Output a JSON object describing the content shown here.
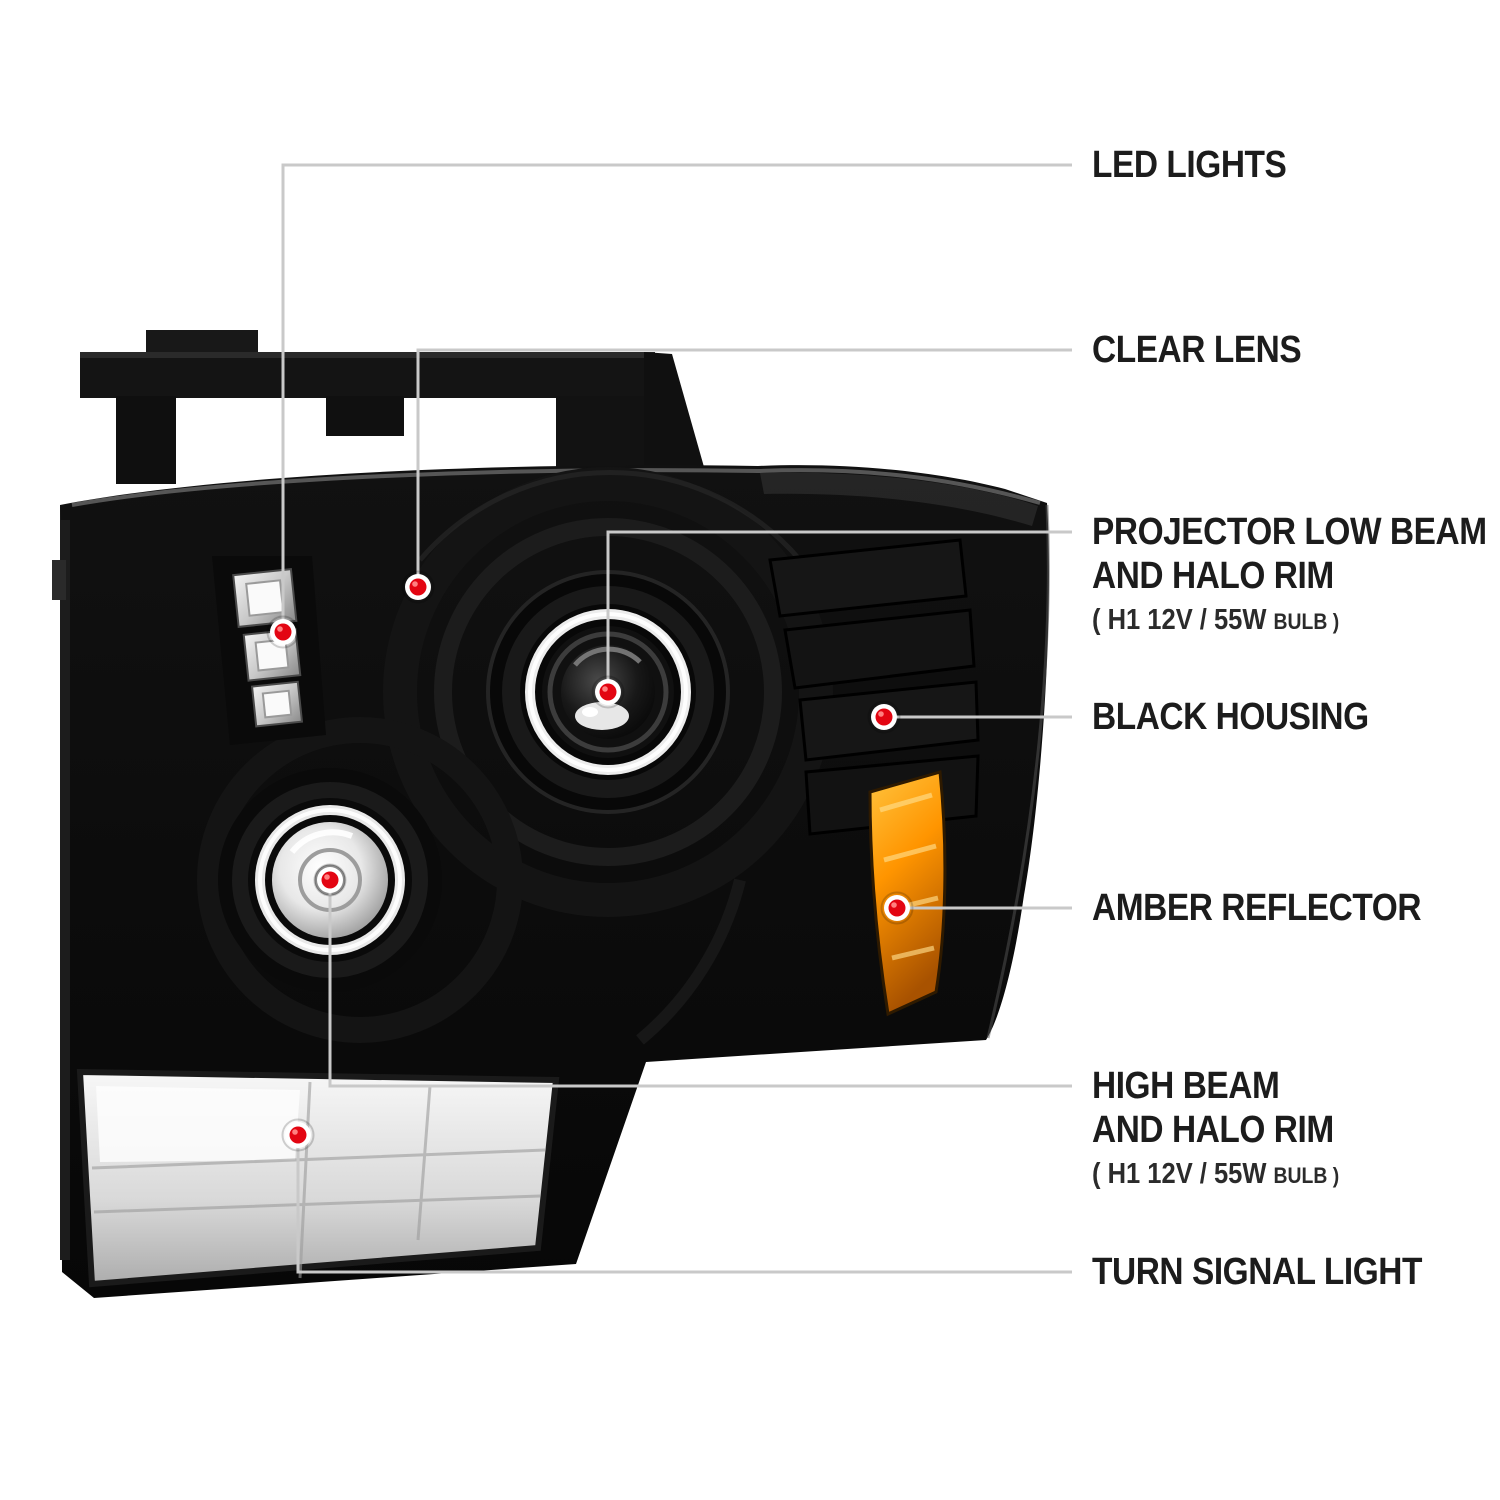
{
  "diagram": {
    "subject": "projector-headlight-assembly",
    "background": "#ffffff"
  },
  "colors": {
    "marker_red": "#e30512",
    "callout_line": "#c9c9c9",
    "amber_reflector": "#ff9500",
    "label_text": "#1c1c1c",
    "housing_black": "#0b0b0b"
  },
  "callouts": [
    {
      "id": "led-lights",
      "label": "LED LIGHTS"
    },
    {
      "id": "clear-lens",
      "label": "CLEAR LENS"
    },
    {
      "id": "projector-low-beam",
      "label": "PROJECTOR LOW BEAM",
      "label2": "AND HALO RIM",
      "spec": "( H1  12V / 55W",
      "spec_small": "BULB )"
    },
    {
      "id": "black-housing",
      "label": "BLACK HOUSING"
    },
    {
      "id": "amber-reflector",
      "label": "AMBER REFLECTOR"
    },
    {
      "id": "high-beam",
      "label": "HIGH BEAM",
      "label2": "AND HALO RIM",
      "spec": "( H1  12V / 55W",
      "spec_small": "BULB )"
    },
    {
      "id": "turn-signal",
      "label": "TURN SIGNAL LIGHT"
    }
  ]
}
